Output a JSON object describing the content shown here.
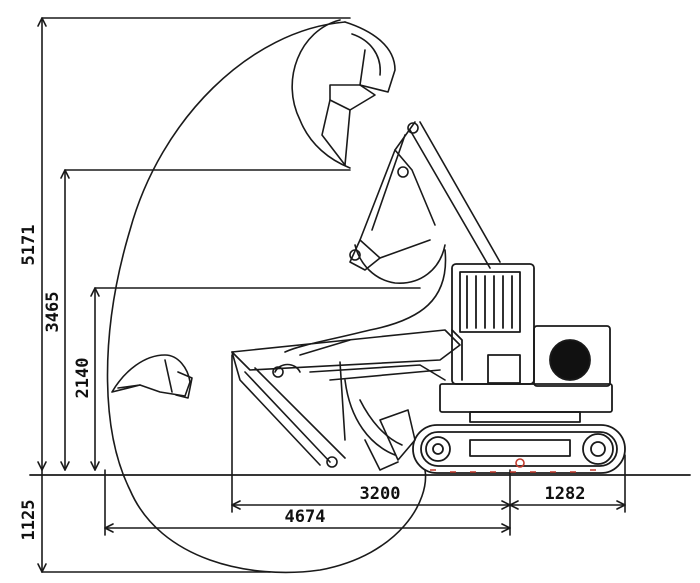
{
  "diagram": {
    "subject": "excavator working-range dimension drawing",
    "dimensions": {
      "max_height": "5171",
      "dump_height": "3465",
      "height_level_3": "2140",
      "max_dig_depth": "1125",
      "front_reach": "3200",
      "tail_length": "1282",
      "max_reach_ground": "4674"
    },
    "colors": {
      "line": "#1a1a1a",
      "background": "#ffffff",
      "tread_marks": "#c0392b"
    }
  }
}
